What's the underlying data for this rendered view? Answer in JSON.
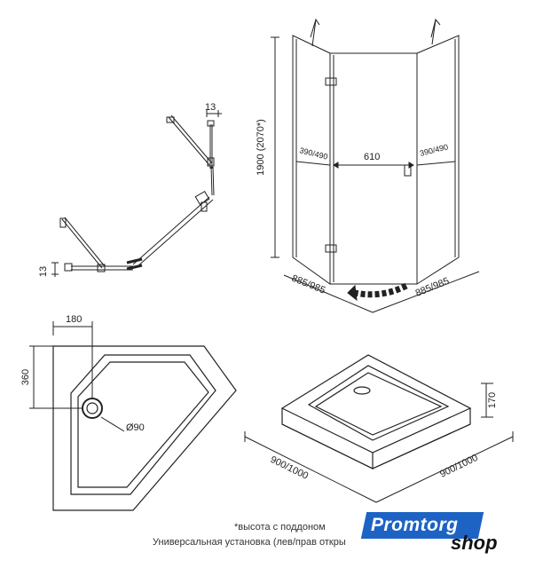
{
  "plan_view": {
    "dim_top": "13",
    "dim_left": "13"
  },
  "front_view": {
    "height": "1900 (2070*)",
    "side_width_left": "390/490",
    "door_width": "610",
    "side_width_right": "390/490",
    "base_left": "885/985",
    "base_right": "885/985"
  },
  "tray_top_view": {
    "drain_offset_x": "180",
    "drain_offset_y": "360",
    "drain_diameter": "Ø90"
  },
  "tray_3d_view": {
    "height": "170",
    "side_left": "900/1000",
    "side_right": "900/1000"
  },
  "notes": {
    "height_note": "*высота с поддоном",
    "install_note": "Универсальная установка (лев/прав откры"
  },
  "logo": {
    "brand": "Promtorg",
    "suffix": "shop"
  },
  "colors": {
    "line": "#222222",
    "accent": "#1d63c4"
  }
}
